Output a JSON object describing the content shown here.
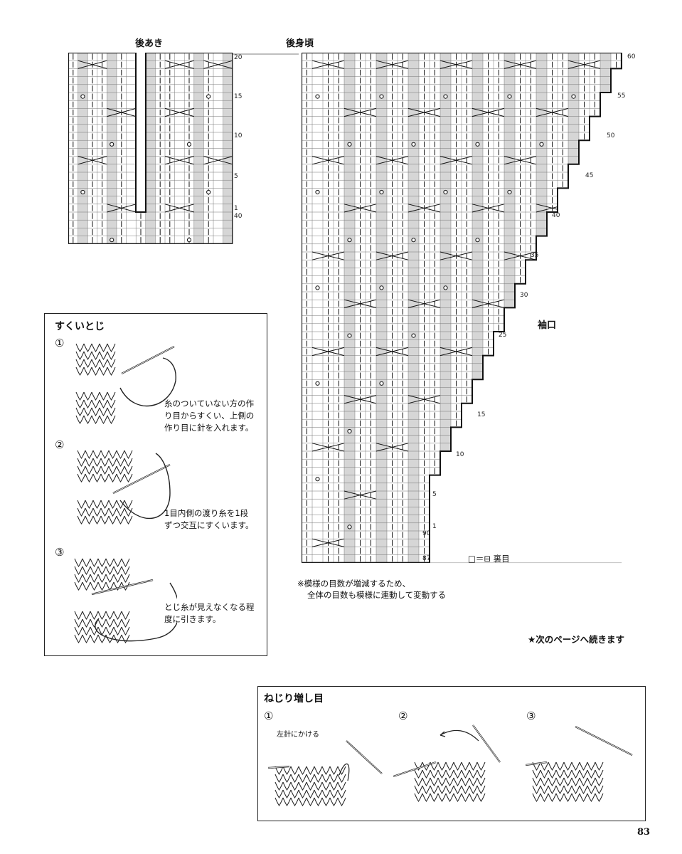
{
  "charts": {
    "back_opening": {
      "title": "後あき",
      "row_numbers": [
        "20",
        "15",
        "10",
        "5",
        "1",
        "40"
      ]
    },
    "back_body": {
      "title": "後身頃",
      "row_numbers_right": [
        "60",
        "55",
        "50",
        "45",
        "40",
        "35",
        "30",
        "25",
        "15",
        "10",
        "5",
        "1",
        "90",
        "87"
      ],
      "sleeve_label": "袖口"
    }
  },
  "legend": {
    "text": "□＝⊟ 裏目"
  },
  "notes": {
    "line1": "※模様の目数が増減するため、",
    "line2": "全体の目数も模様に連動して変動する",
    "continued": "★次のページへ続きます"
  },
  "sukui_toji": {
    "title": "すくいとじ",
    "steps": [
      {
        "num": "①",
        "text": "糸のついていない方の作\nり目からすくい、上側の\n作り目に針を入れます。"
      },
      {
        "num": "②",
        "text": "1目内側の渡り糸を1段\nずつ交互にすくいます。"
      },
      {
        "num": "③",
        "text": "とじ糸が見えなくなる程\n度に引きます。"
      }
    ]
  },
  "nejiri": {
    "title": "ねじり増し目",
    "steps": [
      "①",
      "②",
      "③"
    ],
    "step1_label": "左針にかける"
  },
  "page_number": "83"
}
